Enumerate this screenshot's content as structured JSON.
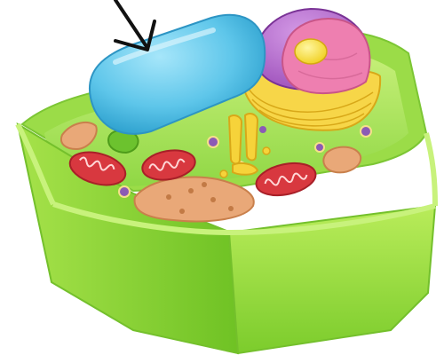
{
  "diagram": {
    "subject": "plant cell",
    "labels": [],
    "pointer": {
      "target": "vacuole",
      "style": "arrow"
    },
    "organelles": [
      {
        "name": "cell-wall",
        "color": "#8fd63c"
      },
      {
        "name": "vacuole",
        "color": "#5bc4ea"
      },
      {
        "name": "nucleus",
        "color": "#b86bd0"
      },
      {
        "name": "nucleolus",
        "color": "#f5e13a"
      },
      {
        "name": "golgi-apparatus",
        "color": "#f6d33a"
      },
      {
        "name": "mitochondrion",
        "color": "#d8383f"
      },
      {
        "name": "chloroplast",
        "color": "#6cc22e"
      },
      {
        "name": "endoplasmic-reticulum",
        "color": "#e8a070"
      },
      {
        "name": "ribosome",
        "color": "#8b5bb5"
      }
    ]
  }
}
